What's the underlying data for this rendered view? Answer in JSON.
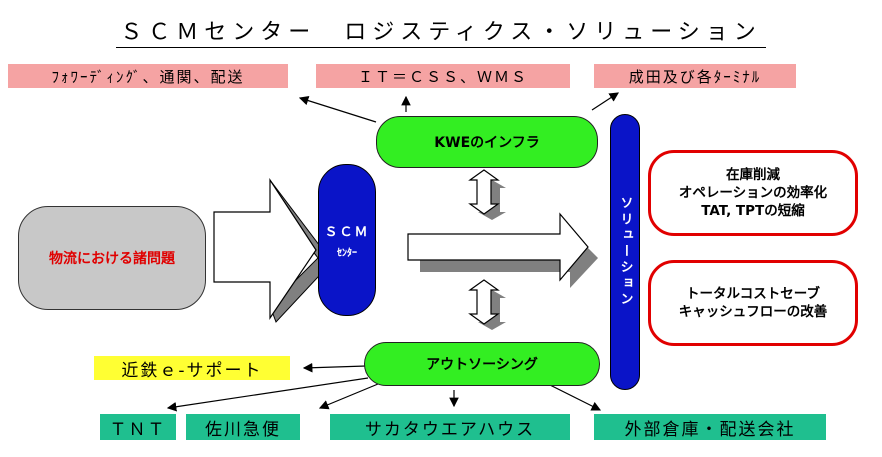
{
  "title": "ＳＣＭセンター　ロジスティクス・ソリューション",
  "top_boxes": [
    "ﾌｫﾜｰﾃﾞｨﾝｸﾞ、通関、配送",
    "ＩＴ＝ＣＳＳ、ＷＭＳ",
    "成田及び各ﾀｰﾐﾅﾙ"
  ],
  "infra_label": "KWEのインフラ",
  "outsourcing_label": "アウトソーシング",
  "problem_label": "物流における諸問題",
  "scm_center": {
    "line1": "ＳＣＭ",
    "line2": "ｾﾝﾀｰ"
  },
  "solution_label": "ソリューション",
  "benefits_1": [
    "在庫削減",
    "オペレーションの効率化",
    "TAT, TPTの短縮"
  ],
  "benefits_2": [
    "トータルコストセーブ",
    "キャッシュフローの改善"
  ],
  "kintetsu_label": "近鉄ｅ-サポート",
  "bottom_boxes": [
    "ＴＮＴ",
    "佐川急便",
    "サカタウエアハウス",
    "外部倉庫・配送会社"
  ],
  "colors": {
    "pink": "#f5a3a3",
    "yellow": "#ffff33",
    "teal": "#1fbf8f",
    "green": "#33ee22",
    "blue": "#0a14c8",
    "red": "#e10000",
    "gray": "#c8c8c8"
  }
}
